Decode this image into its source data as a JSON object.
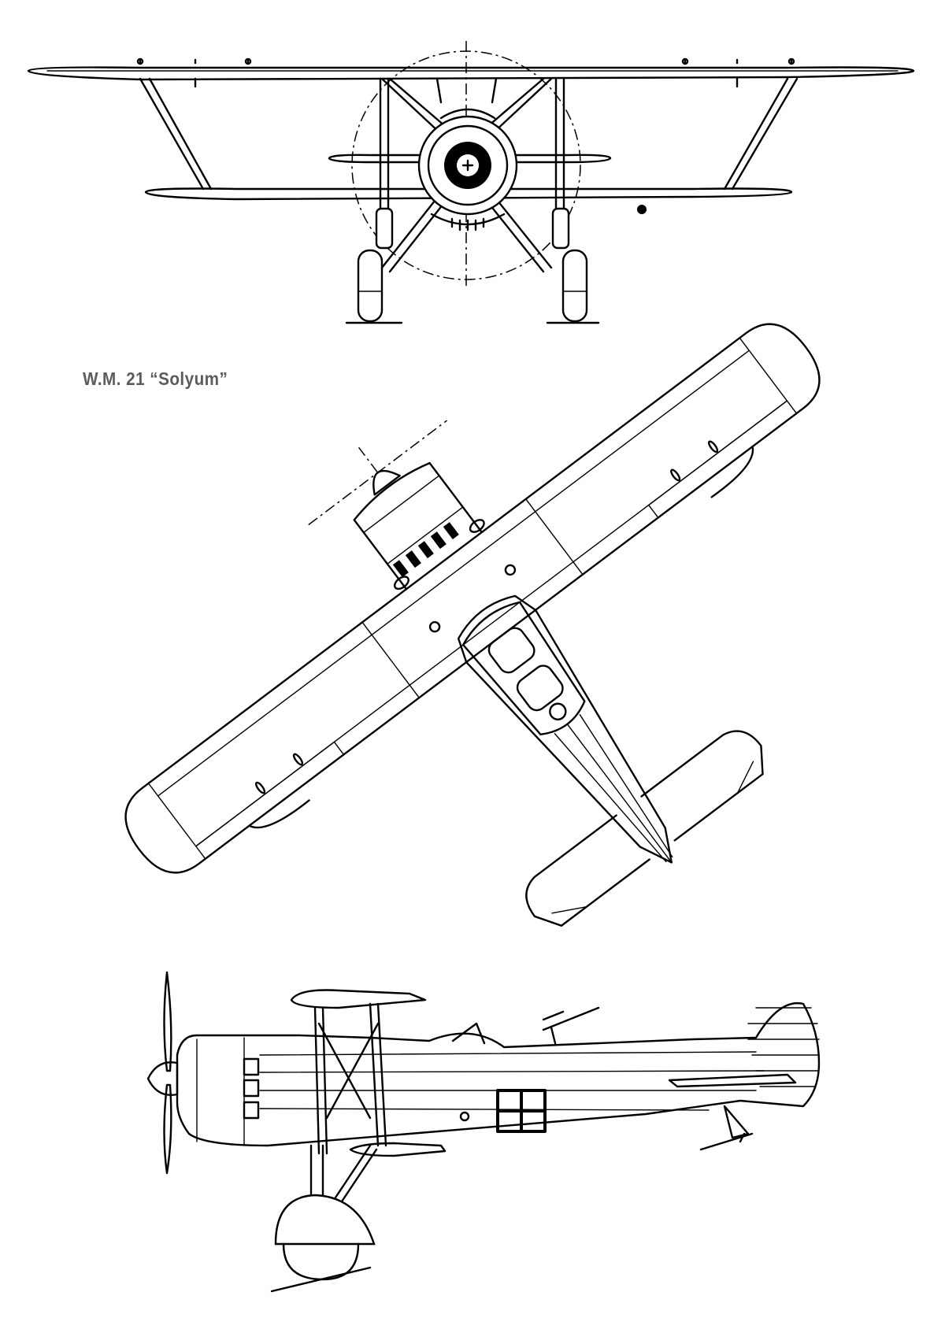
{
  "drawing": {
    "title": "W.M. 21 “Solyum”",
    "ink_color": "#000000",
    "title_color": "#5c5c5c",
    "background": "#ffffff"
  },
  "views": [
    {
      "name": "front-view"
    },
    {
      "name": "plan-view"
    },
    {
      "name": "side-view"
    }
  ]
}
